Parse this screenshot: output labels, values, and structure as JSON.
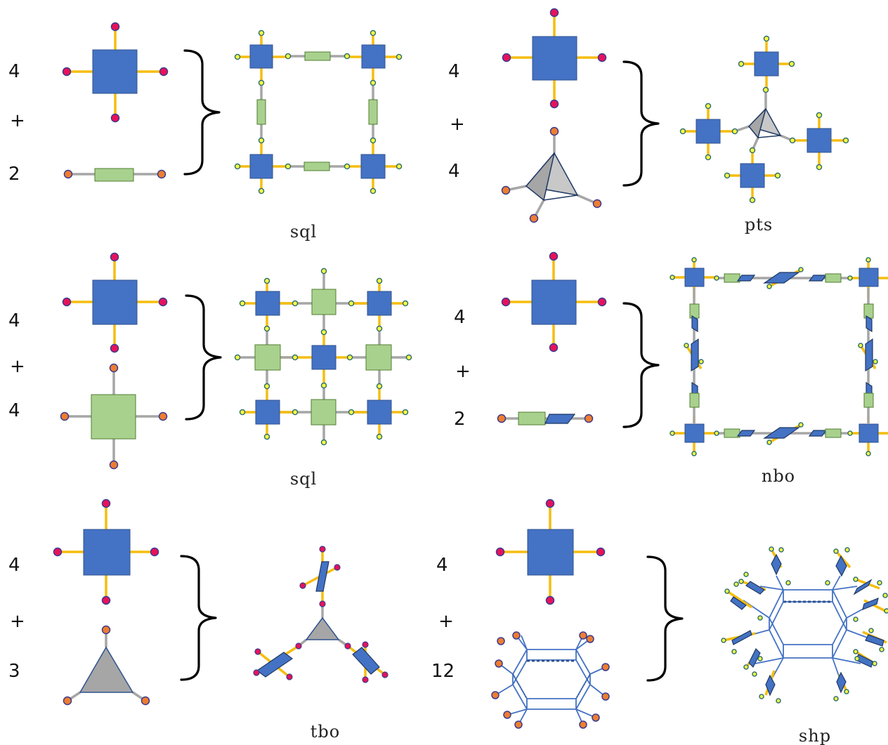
{
  "panels": [
    {
      "id": "sql-1",
      "counts": [
        "4",
        "+",
        "2"
      ],
      "net": "sql"
    },
    {
      "id": "pts",
      "counts": [
        "4",
        "+",
        "4"
      ],
      "net": "pts"
    },
    {
      "id": "sql-2",
      "counts": [
        "4",
        "+",
        "4"
      ],
      "net": "sql"
    },
    {
      "id": "nbo",
      "counts": [
        "4",
        "+",
        "2"
      ],
      "net": "nbo"
    },
    {
      "id": "tbo",
      "counts": [
        "4",
        "+",
        "3"
      ],
      "net": "tbo"
    },
    {
      "id": "shp",
      "counts": [
        "4",
        "+",
        "12"
      ],
      "net": "shp"
    }
  ],
  "colors": {
    "blue_node": "#4472c4",
    "green_node": "#a9d18e",
    "yellow_bond": "#f5bd0f",
    "gray_bond": "#a6a6a6",
    "pink_site": "#e8115b",
    "orange_site": "#ed7d31",
    "yellow_site": "#ffff40"
  }
}
